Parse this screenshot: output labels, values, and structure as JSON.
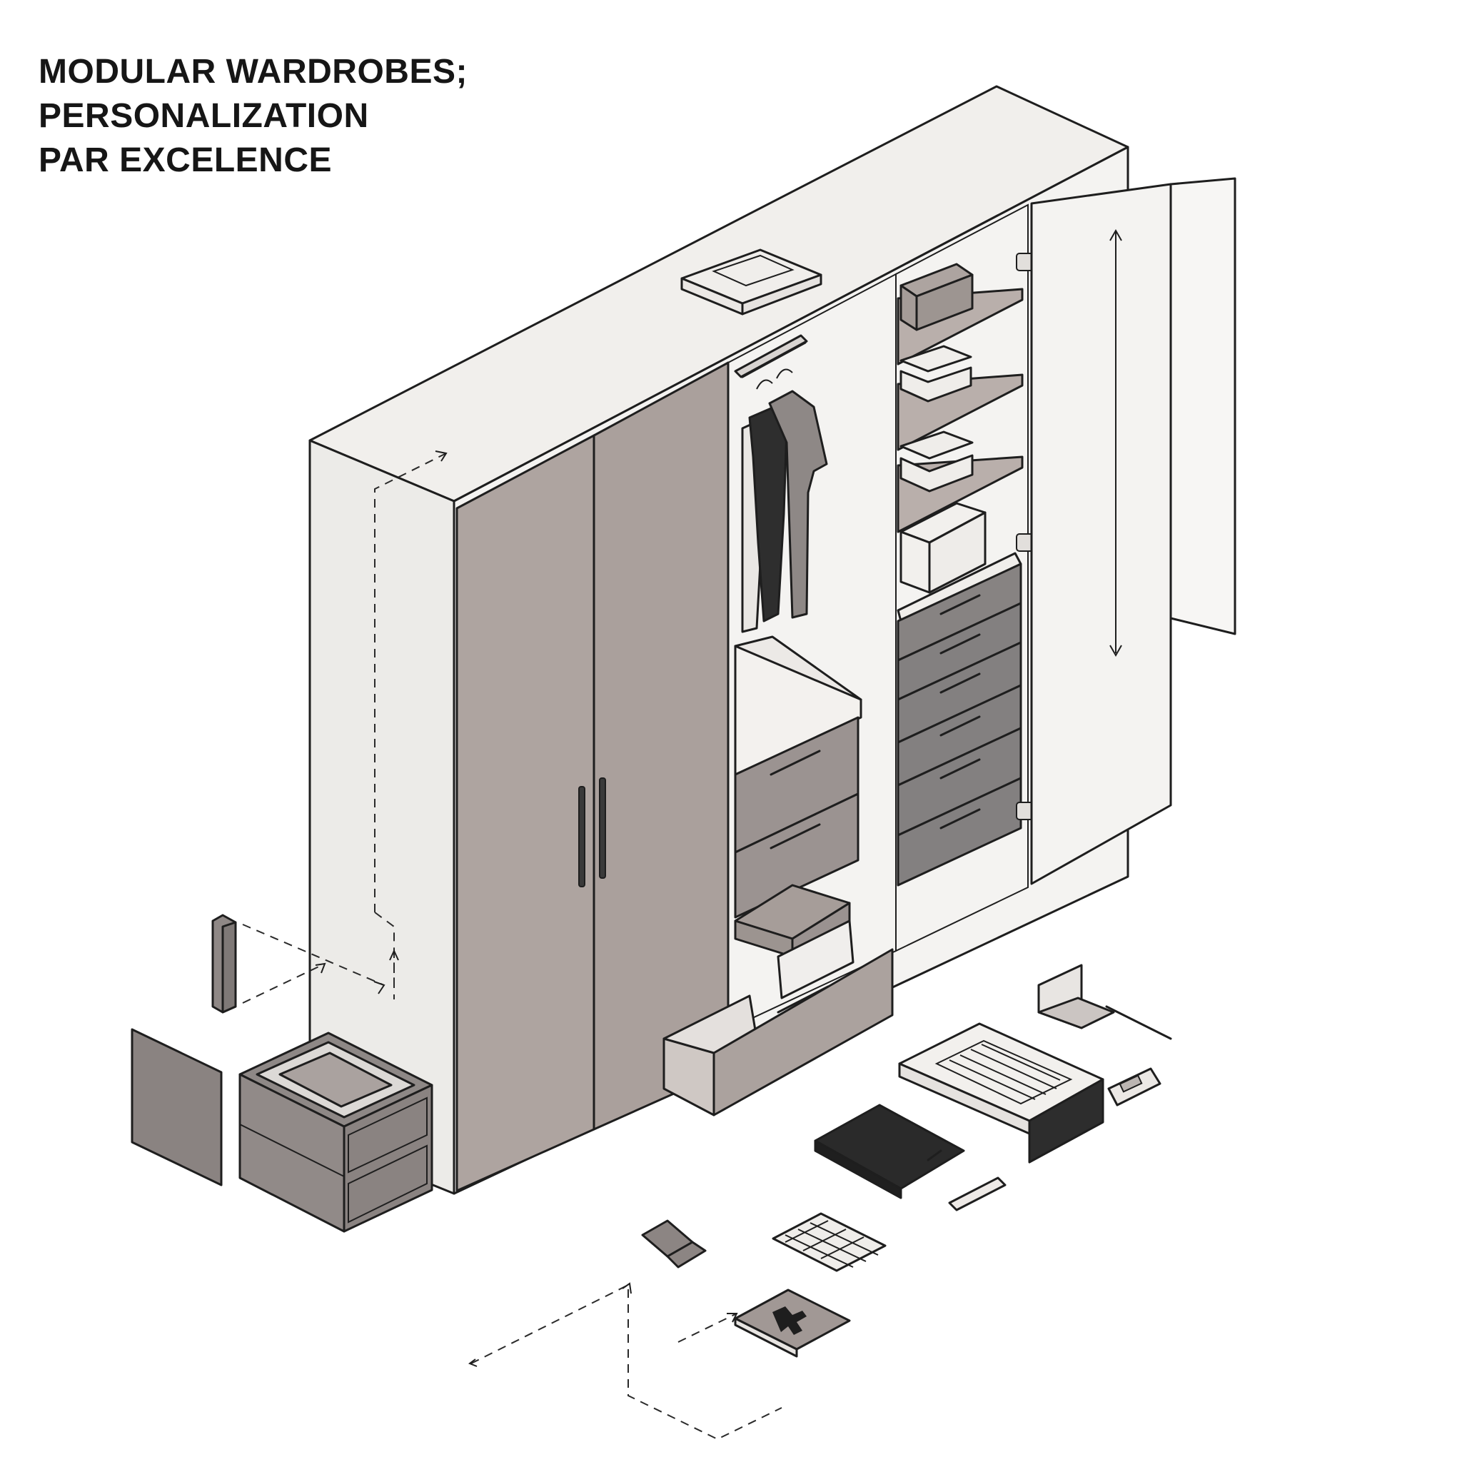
{
  "headline": {
    "line1": "MODULAR WARDROBES;",
    "line2": "PERSONALIZATION",
    "line3": "PAR EXCELENCE"
  },
  "palette": {
    "carcass": "#efedea",
    "carcass_side": "#e6e3df",
    "door_taupe": "#aaa09c",
    "drawer_dark": "#838080",
    "shelf": "#b9afab",
    "ink": "#1e1e1e",
    "black": "#2a2a2a"
  }
}
